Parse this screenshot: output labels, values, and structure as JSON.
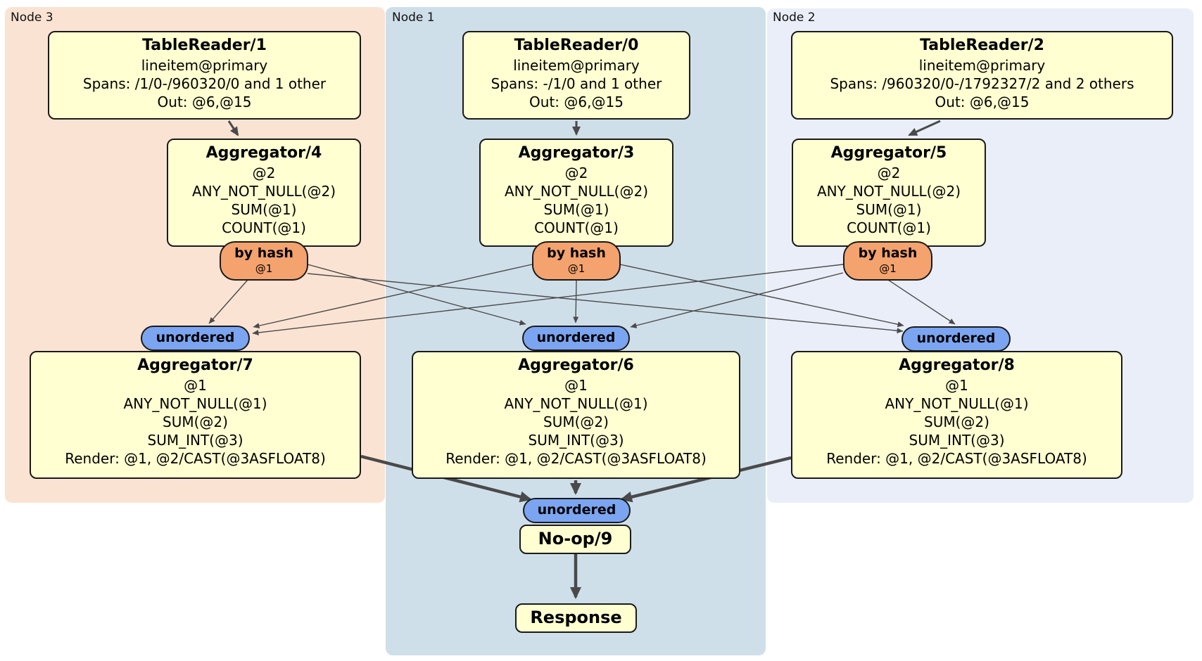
{
  "diagram": "distributed SQL physical plan",
  "colors": {
    "node3_bg": "#fbe3d3",
    "node1_bg": "#cfdfe9",
    "node2_bg": "#e9eef8",
    "processor_fill": "#ffffd2",
    "hash_router_fill": "#f4a26e",
    "sync_fill": "#7ba5f0",
    "edge": "#4a4a4a"
  },
  "nodes": {
    "node3": {
      "label": "Node 3",
      "table_reader": {
        "title": "TableReader/1",
        "lines": [
          "lineitem@primary",
          "Spans: /1/0-/960320/0 and 1 other",
          "Out: @6,@15"
        ]
      },
      "first_stage_aggregator": {
        "title": "Aggregator/4",
        "lines": [
          "@2",
          "ANY_NOT_NULL(@2)",
          "SUM(@1)",
          "COUNT(@1)"
        ]
      },
      "router": {
        "label": "by hash",
        "detail": "@1"
      },
      "sync": {
        "label": "unordered"
      },
      "second_stage_aggregator": {
        "title": "Aggregator/7",
        "lines": [
          "@1",
          "ANY_NOT_NULL(@1)",
          "SUM(@2)",
          "SUM_INT(@3)",
          "Render: @1, @2/CAST(@3ASFLOAT8)"
        ]
      }
    },
    "node1": {
      "label": "Node 1",
      "table_reader": {
        "title": "TableReader/0",
        "lines": [
          "lineitem@primary",
          "Spans: -/1/0 and 1 other",
          "Out: @6,@15"
        ]
      },
      "first_stage_aggregator": {
        "title": "Aggregator/3",
        "lines": [
          "@2",
          "ANY_NOT_NULL(@2)",
          "SUM(@1)",
          "COUNT(@1)"
        ]
      },
      "router": {
        "label": "by hash",
        "detail": "@1"
      },
      "sync": {
        "label": "unordered"
      },
      "second_stage_aggregator": {
        "title": "Aggregator/6",
        "lines": [
          "@1",
          "ANY_NOT_NULL(@1)",
          "SUM(@2)",
          "SUM_INT(@3)",
          "Render: @1, @2/CAST(@3ASFLOAT8)"
        ]
      },
      "final_sync": {
        "label": "unordered"
      },
      "noop": {
        "title": "No-op/9"
      },
      "response": {
        "title": "Response"
      }
    },
    "node2": {
      "label": "Node 2",
      "table_reader": {
        "title": "TableReader/2",
        "lines": [
          "lineitem@primary",
          "Spans: /960320/0-/1792327/2 and 2 others",
          "Out: @6,@15"
        ]
      },
      "first_stage_aggregator": {
        "title": "Aggregator/5",
        "lines": [
          "@2",
          "ANY_NOT_NULL(@2)",
          "SUM(@1)",
          "COUNT(@1)"
        ]
      },
      "router": {
        "label": "by hash",
        "detail": "@1"
      },
      "sync": {
        "label": "unordered"
      },
      "second_stage_aggregator": {
        "title": "Aggregator/8",
        "lines": [
          "@1",
          "ANY_NOT_NULL(@1)",
          "SUM(@2)",
          "SUM_INT(@3)",
          "Render: @1, @2/CAST(@3ASFLOAT8)"
        ]
      }
    }
  },
  "edges": [
    {
      "from": "TableReader/1",
      "to": "Aggregator/4"
    },
    {
      "from": "TableReader/0",
      "to": "Aggregator/3"
    },
    {
      "from": "TableReader/2",
      "to": "Aggregator/5"
    },
    {
      "from": "by-hash-router-node3",
      "to": "unordered-sync-node3"
    },
    {
      "from": "by-hash-router-node3",
      "to": "unordered-sync-node1"
    },
    {
      "from": "by-hash-router-node3",
      "to": "unordered-sync-node2"
    },
    {
      "from": "by-hash-router-node1",
      "to": "unordered-sync-node3"
    },
    {
      "from": "by-hash-router-node1",
      "to": "unordered-sync-node1"
    },
    {
      "from": "by-hash-router-node1",
      "to": "unordered-sync-node2"
    },
    {
      "from": "by-hash-router-node2",
      "to": "unordered-sync-node3"
    },
    {
      "from": "by-hash-router-node2",
      "to": "unordered-sync-node1"
    },
    {
      "from": "by-hash-router-node2",
      "to": "unordered-sync-node2"
    },
    {
      "from": "Aggregator/7",
      "to": "final-unordered-sync"
    },
    {
      "from": "Aggregator/6",
      "to": "final-unordered-sync"
    },
    {
      "from": "Aggregator/8",
      "to": "final-unordered-sync"
    },
    {
      "from": "No-op/9",
      "to": "Response"
    }
  ]
}
